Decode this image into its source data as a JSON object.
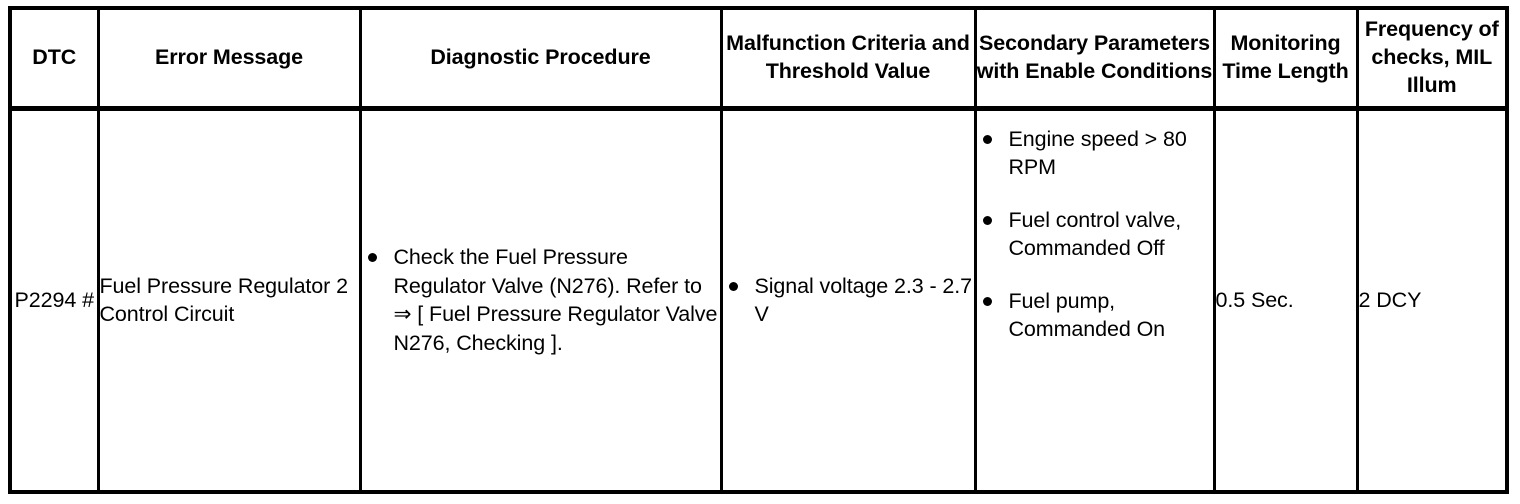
{
  "table": {
    "headers": [
      "DTC",
      "Error Message",
      "Diagnostic Procedure",
      "Malfunction Criteria and Threshold Value",
      "Secondary Parameters with Enable Conditions",
      "Monitoring Time Length",
      "Frequency of checks, MIL Illum"
    ],
    "rows": [
      {
        "dtc": "P2294\n#",
        "error_message": "Fuel Pressure Regulator 2 Control Circuit",
        "diagnostic_procedure": [
          "Check the Fuel Pressure Regulator Valve (N276). Refer to ⇒ [ Fuel Pressure Regulator Valve N276, Checking ]."
        ],
        "malfunction_criteria": [
          "Signal voltage 2.3 - 2.7 V"
        ],
        "secondary_parameters": [
          "Engine speed > 80 RPM",
          "Fuel control valve, Commanded Off",
          "Fuel pump, Commanded On"
        ],
        "monitoring_time_length": "0.5 Sec.",
        "frequency_of_checks": "2 DCY"
      }
    ]
  },
  "colors": {
    "border": "#000000",
    "text": "#000000",
    "background": "#ffffff"
  }
}
